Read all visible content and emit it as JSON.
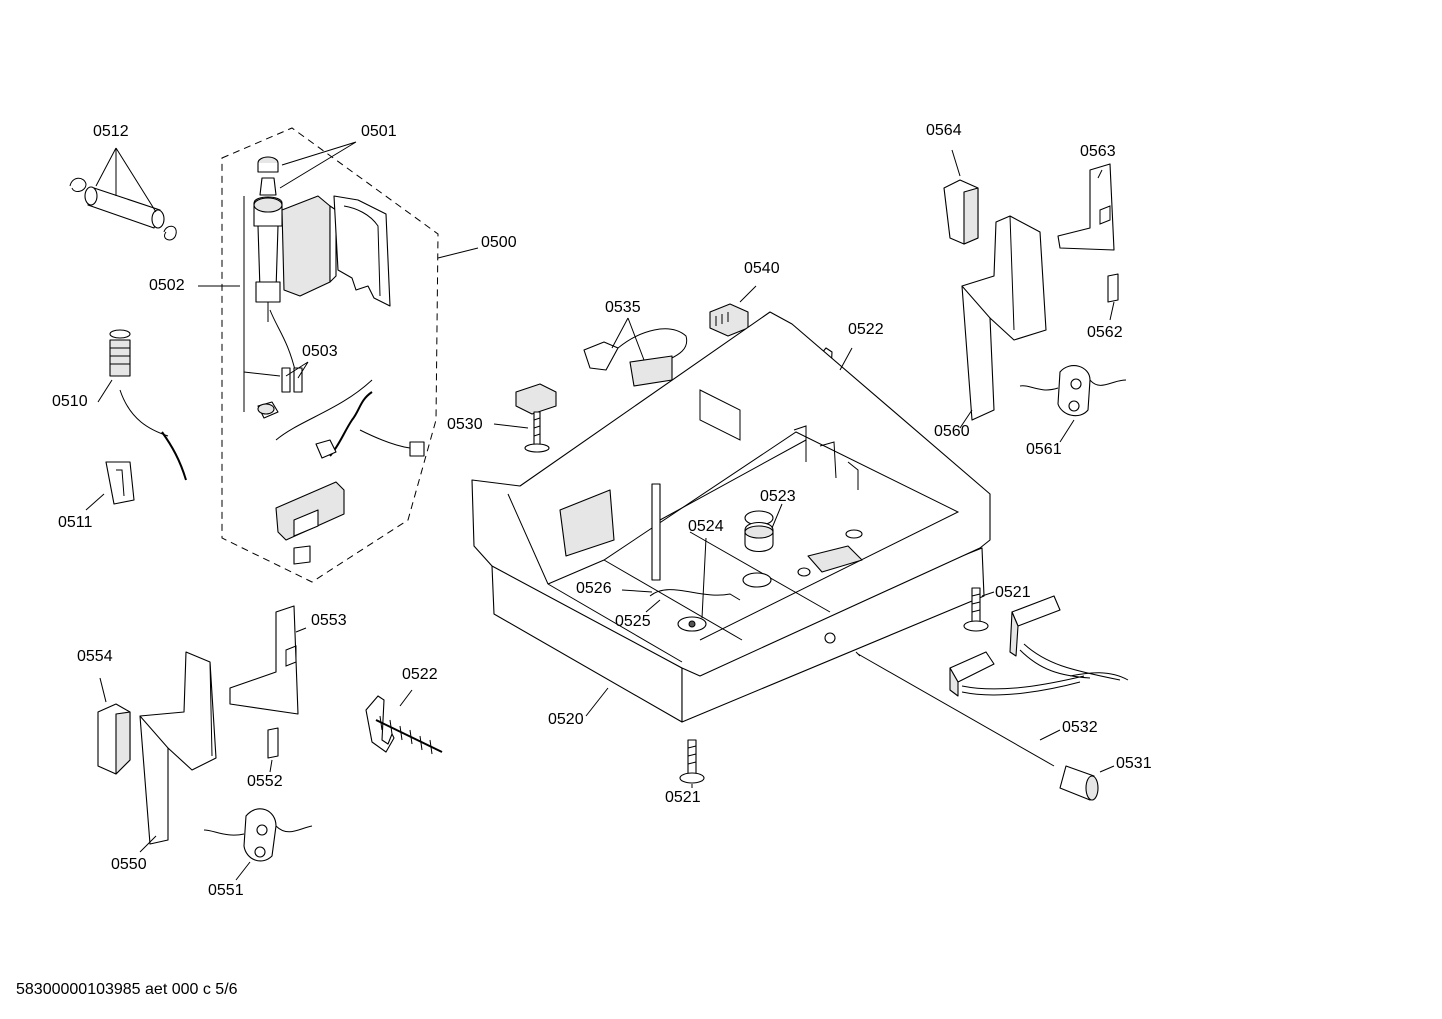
{
  "footer": "58300000103985 aet 000 c 5/6",
  "callouts": [
    {
      "id": "c0512",
      "text": "0512"
    },
    {
      "id": "c0501",
      "text": "0501"
    },
    {
      "id": "c0500",
      "text": "0500"
    },
    {
      "id": "c0502",
      "text": "0502"
    },
    {
      "id": "c0503",
      "text": "0503"
    },
    {
      "id": "c0510",
      "text": "0510"
    },
    {
      "id": "c0511",
      "text": "0511"
    },
    {
      "id": "c0564",
      "text": "0564"
    },
    {
      "id": "c0563",
      "text": "0563"
    },
    {
      "id": "c0562",
      "text": "0562"
    },
    {
      "id": "c0560",
      "text": "0560"
    },
    {
      "id": "c0561",
      "text": "0561"
    },
    {
      "id": "c0540",
      "text": "0540"
    },
    {
      "id": "c0535",
      "text": "0535"
    },
    {
      "id": "c0522a",
      "text": "0522"
    },
    {
      "id": "c0530",
      "text": "0530"
    },
    {
      "id": "c0523",
      "text": "0523"
    },
    {
      "id": "c0524",
      "text": "0524"
    },
    {
      "id": "c0526",
      "text": "0526"
    },
    {
      "id": "c0525",
      "text": "0525"
    },
    {
      "id": "c0521a",
      "text": "0521"
    },
    {
      "id": "c0553",
      "text": "0553"
    },
    {
      "id": "c0554",
      "text": "0554"
    },
    {
      "id": "c0522b",
      "text": "0522"
    },
    {
      "id": "c0520",
      "text": "0520"
    },
    {
      "id": "c0532",
      "text": "0532"
    },
    {
      "id": "c0531",
      "text": "0531"
    },
    {
      "id": "c0521b",
      "text": "0521"
    },
    {
      "id": "c0552",
      "text": "0552"
    },
    {
      "id": "c0550",
      "text": "0550"
    },
    {
      "id": "c0551",
      "text": "0551"
    }
  ]
}
